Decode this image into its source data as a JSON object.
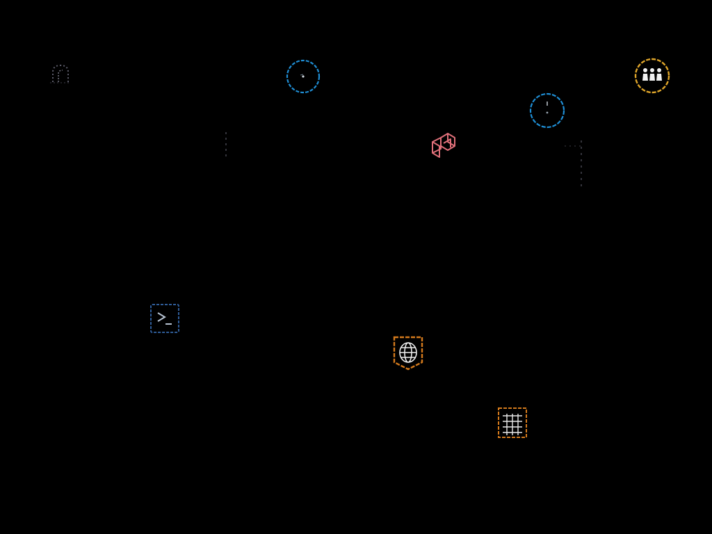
{
  "colors": {
    "background": "#000000",
    "cyan": "#1f8fd6",
    "gold": "#e0a62a",
    "pink": "#e0707a",
    "blue": "#2f5c98",
    "orange": "#d47a1c",
    "white": "#e8e8e8",
    "gray": "#6c6c7a"
  },
  "desktop": {
    "icons": [
      {
        "name": "arch-icon",
        "color": "gray"
      },
      {
        "name": "cyan-circle-icon",
        "color": "cyan"
      },
      {
        "name": "people-group-icon",
        "color": "gold"
      },
      {
        "name": "cyan-circle-icon",
        "color": "cyan"
      },
      {
        "name": "stacked-cubes-icon",
        "color": "pink"
      },
      {
        "name": "terminal-icon",
        "color": "blue"
      },
      {
        "name": "globe-shield-icon",
        "color": "orange"
      },
      {
        "name": "grid-calendar-icon",
        "color": "orange"
      }
    ]
  }
}
